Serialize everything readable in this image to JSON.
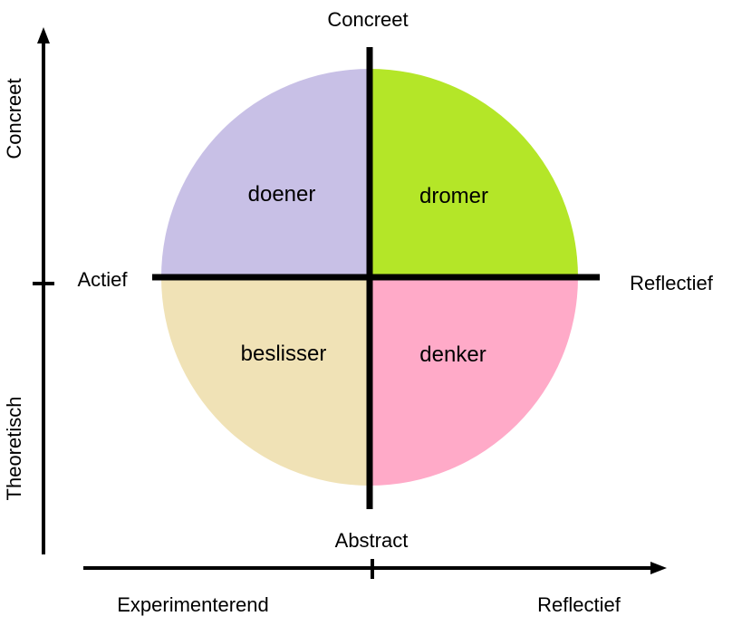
{
  "labels": {
    "top": "Concreet",
    "bottom": "Abstract",
    "left": "Actief",
    "right": "Reflectief",
    "vertical_axis_top": "Concreet",
    "vertical_axis_bottom": "Theoretisch",
    "horizontal_axis_left": "Experimenterend",
    "horizontal_axis_right": "Reflectief"
  },
  "quadrants": [
    {
      "position": "top-left",
      "label": "doener",
      "color": "#c8c0e6"
    },
    {
      "position": "top-right",
      "label": "dromer",
      "color": "#b4e628"
    },
    {
      "position": "bottom-left",
      "label": "beslisser",
      "color": "#f0e2b6"
    },
    {
      "position": "bottom-right",
      "label": "denker",
      "color": "#ffaac8"
    }
  ]
}
